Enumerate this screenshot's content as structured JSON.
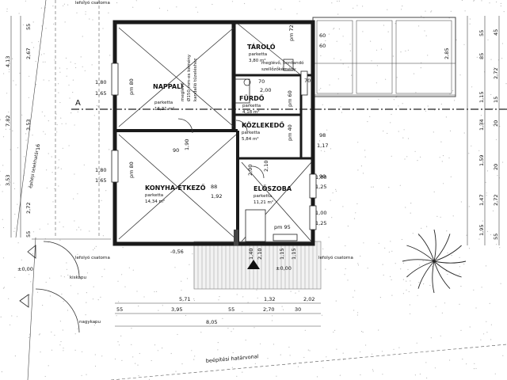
{
  "rooms": {
    "nappali": {
      "name": "NAPPALI",
      "floor": "parketta",
      "area": "16,31 m²"
    },
    "konyha": {
      "name": "KONYHA-ÉTKEZŐ",
      "floor": "parketta",
      "area": "14,34 m²"
    },
    "taroló": {
      "name": "TÁROLÓ",
      "floor": "parketta",
      "area": "3,80 m²"
    },
    "furdo": {
      "name": "FÜRDŐ",
      "floor": "parketta",
      "area": "4,18 m²"
    },
    "kozlekedo": {
      "name": "KÖZLEKEDŐ",
      "floor": "parketta",
      "area": "5,84 m²"
    },
    "eloszoba": {
      "name": "ELŐSZOBA",
      "floor": "parketta",
      "area": "11,21 m²"
    }
  },
  "notes": {
    "chimney": [
      "meglévő",
      "Ø150 mm-es kémény",
      "kandalló tüzeléshez"
    ],
    "vent": [
      "meglévő, bontandó",
      "szellőzőkémény"
    ],
    "downpipe": "lefolyó csatorna",
    "kiskapu": "kiskapu",
    "nagykapu": "nagykapu",
    "boundary": "beépítési határvonal",
    "boundary_left": "építési telekhatár",
    "section": "A",
    "level_zero": "±0,00",
    "level_ext": "-0,56",
    "pm80a": "pm 80",
    "pm80b": "pm 80",
    "pm60": "pm 60",
    "pm40": "pm 40",
    "pm95": "pm 95",
    "pm72": "pm 72",
    "d88": "88"
  },
  "dims": {
    "bottom": [
      "5,71",
      "1,32",
      "2,02",
      "55",
      "3,95",
      "55",
      "2,70",
      "30",
      "8,05"
    ],
    "left_outer": [
      "7,82",
      "4,13",
      "3,53"
    ],
    "left_mid": [
      "2,67",
      "3,53",
      "2,72"
    ],
    "left_inner": [
      "55",
      "16",
      "55"
    ],
    "window_left": [
      "1,80",
      "1,65",
      "1,80",
      "1,65"
    ],
    "inner": [
      "90",
      "1,90",
      "70",
      "2,00",
      "2,10",
      "1,92",
      "1,40",
      "2,10",
      "1,15",
      "1,15",
      "70",
      "2,00"
    ],
    "right_inner": [
      "60",
      "60",
      "98",
      "1,17",
      "90",
      "1,25",
      "1,00",
      "1,25",
      "1,00"
    ],
    "right_outer": [
      "55",
      "85",
      "2,72",
      "2,85",
      "1,15",
      "1,34",
      "1,59",
      "1,47",
      "1,95",
      "2,72",
      "20",
      "55",
      "20",
      "45",
      "15"
    ]
  }
}
